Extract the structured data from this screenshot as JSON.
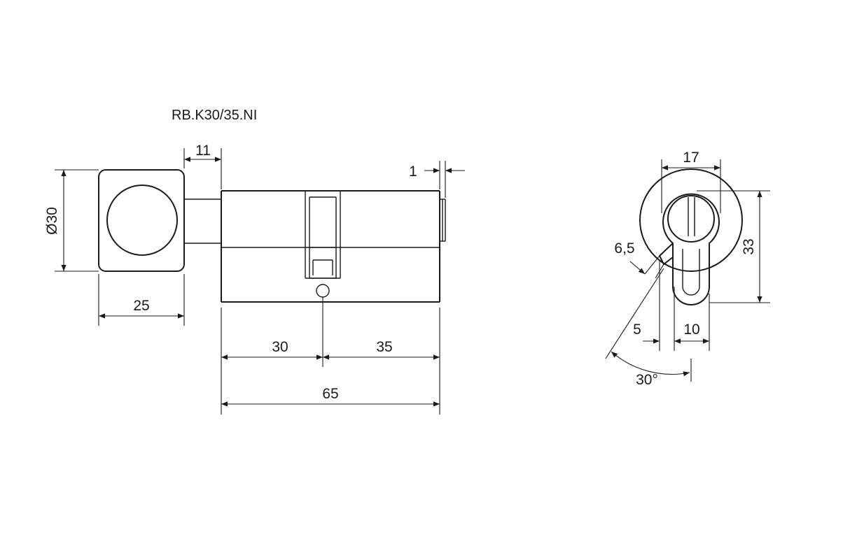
{
  "title": "RB.K30/35.NI",
  "dimensions": {
    "knob_diameter": "Ø30",
    "knob_width": "25",
    "knob_stem": "11",
    "end_offset": "1",
    "left_section": "30",
    "right_section": "35",
    "total_length": "65",
    "profile_width": "17",
    "profile_height": "33",
    "cam_thickness": "6,5",
    "cam_offset": "5",
    "bottom_width": "10",
    "cam_angle": "30°"
  }
}
